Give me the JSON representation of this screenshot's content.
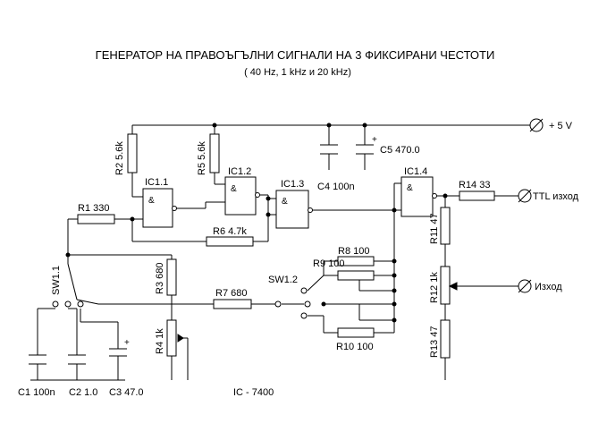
{
  "title": "ГЕНЕРАТОР НА ПРАВОЪГЪЛНИ СИГНАЛИ НА 3 ФИКСИРАНИ ЧЕСТОТИ",
  "subtitle": "( 40 Hz, 1 kHz  и  20 kHz)",
  "supply_label": "+ 5 V",
  "ttl_label": "TTL изход",
  "out_label": "Изход",
  "ic_label": "IC - 7400",
  "gates": {
    "ic11": "IC1.1",
    "ic12": "IC1.2",
    "ic13": "IC1.3",
    "ic14": "IC1.4",
    "amp": "&"
  },
  "switches": {
    "sw11": "SW1.1",
    "sw12": "SW1.2"
  },
  "parts": {
    "r1": "R1 330",
    "r2": "R2 5.6k",
    "r3": "R3 680",
    "r4": "R4 1k",
    "r5": "R5 5.6k",
    "r6": "R6 4.7k",
    "r7": "R7 680",
    "r8": "R8 100",
    "r9": "R9 100",
    "r10": "R10 100",
    "r11": "R11 47",
    "r12": "R12 1k",
    "r13": "R13 47",
    "r14": "R14 33",
    "c1": "C1 100n",
    "c2": "C2 1.0",
    "c3": "C3 47.0",
    "c4": "C4 100n",
    "c5": "C5 470.0",
    "plus": "+"
  }
}
